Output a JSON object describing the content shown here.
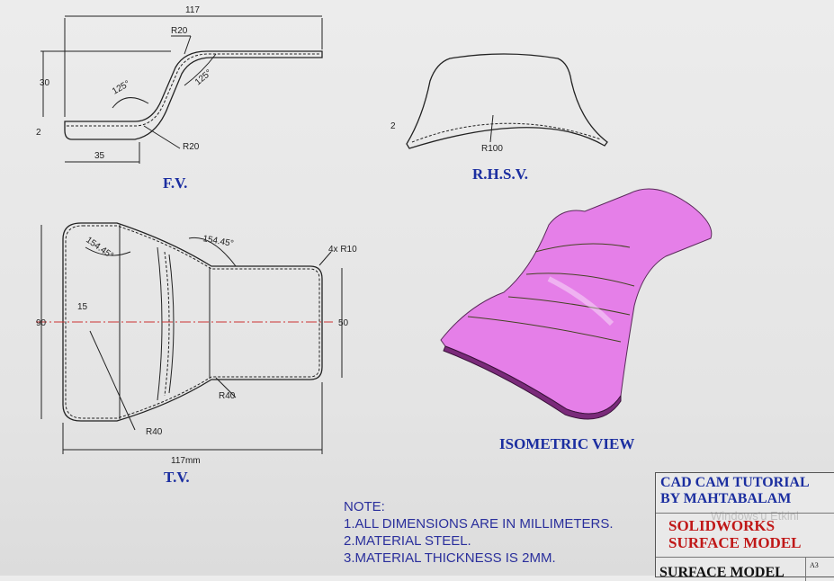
{
  "front_view": {
    "label": "F.V.",
    "dims": {
      "width": "117",
      "height": "30",
      "thickness": "2",
      "base": "35",
      "r_top": "R20",
      "r_bottom": "R20",
      "angle1": "125°",
      "angle2": "125°"
    }
  },
  "side_view": {
    "label": "R.H.S.V.",
    "dims": {
      "thickness": "2",
      "radius": "R100"
    }
  },
  "top_view": {
    "label": "T.V.",
    "dims": {
      "height": "90",
      "width": "117mm",
      "right_height": "50",
      "offset": "15",
      "angle1": "154.45°",
      "angle2": "154.45°",
      "fillet": "4x R10",
      "r1": "R40",
      "r2": "R40"
    }
  },
  "iso_view": {
    "label": "ISOMETRIC VIEW",
    "surface_color": "#e878e8"
  },
  "notes": {
    "title": "NOTE:",
    "items": [
      "1.ALL DIMENSIONS ARE IN MILLIMETERS.",
      "2.MATERIAL STEEL.",
      "3.MATERIAL THICKNESS IS 2MM."
    ]
  },
  "title_block": {
    "line1": "CAD CAM TUTORIAL",
    "line2": "BY MAHTABALAM",
    "line3": "SOLIDWORKS",
    "line4": "SURFACE MODEL",
    "drawing_name": "SURFACE MODEL",
    "size": "A3"
  },
  "watermark": "Windows'u Etkinl"
}
